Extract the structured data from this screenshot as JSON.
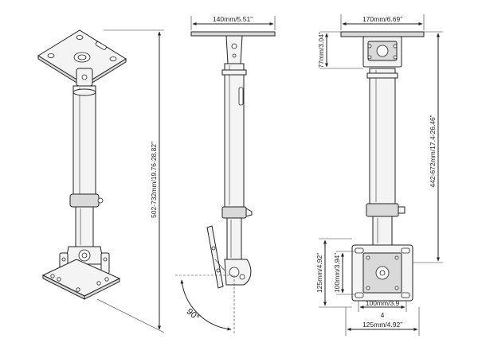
{
  "diagram": {
    "views": {
      "perspective": {
        "height_range_label": "502-732mm/19.76-28.82”"
      },
      "side": {
        "ceiling_plate_width_label": "140mm/5.51”",
        "tilt_angle_label": "90°"
      },
      "front": {
        "ceiling_plate_width_label": "170mm/6.69”",
        "ceiling_plate_height_label": "77mm/3.04”",
        "pole_length_label": "442-672mm/17.4-26.46”",
        "bracket_outer_height_label": "125mm/4.92”",
        "bracket_inner_height_label": "100mm/3.94”",
        "bracket_inner_width_label_line1": "100mm/3.9",
        "bracket_inner_width_label_line2": "4",
        "bracket_outer_width_label": "125mm/4.92”"
      }
    }
  }
}
